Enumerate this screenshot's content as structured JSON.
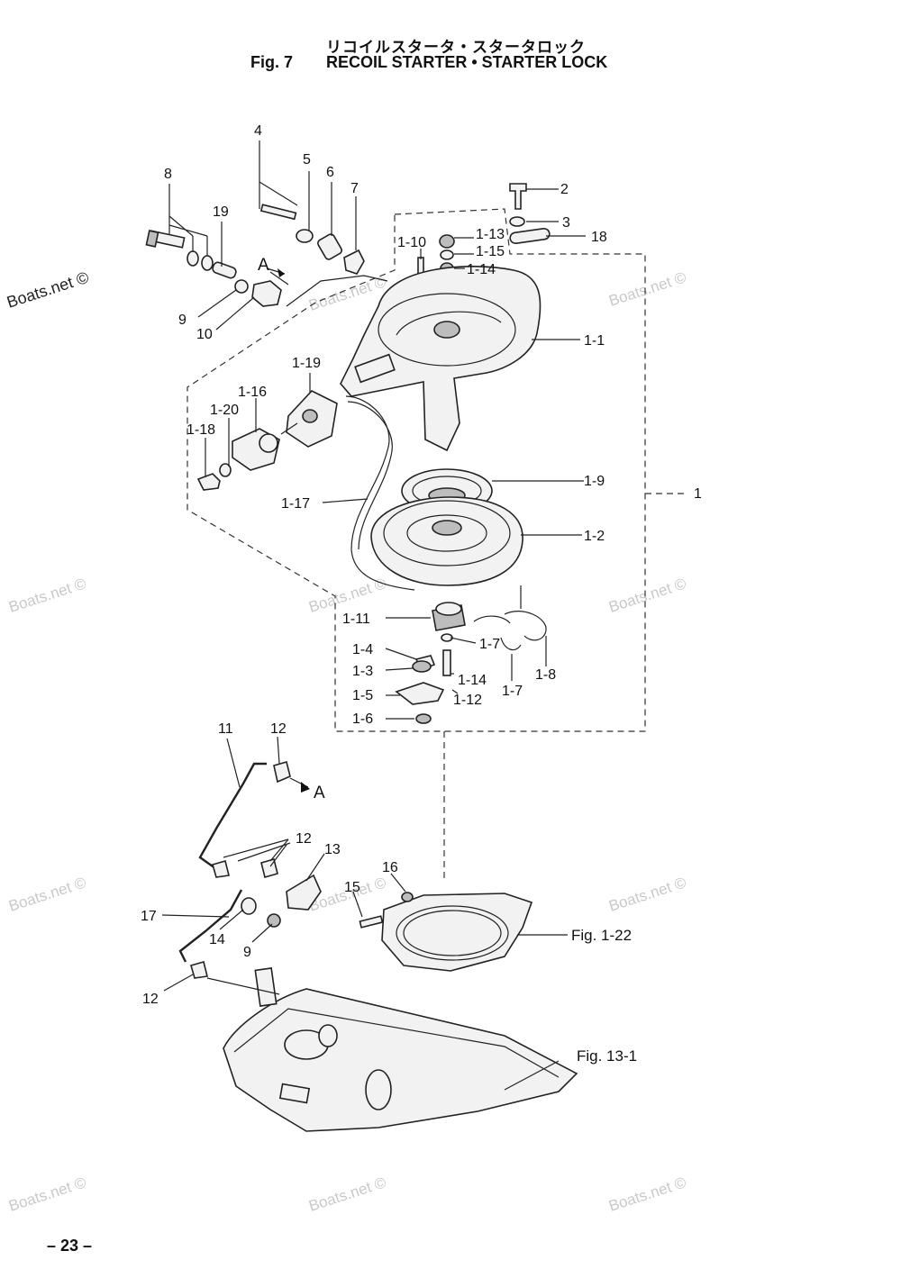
{
  "header": {
    "title_jp": "リコイルスタータ・スタータロック",
    "fig_label": "Fig. 7",
    "title": "RECOIL STARTER • STARTER LOCK"
  },
  "footer": {
    "page_number": "– 23 –"
  },
  "watermark": {
    "text": "Boats.net ©"
  },
  "view_marker": {
    "letter": "A"
  },
  "callouts": {
    "c4": "4",
    "c5": "5",
    "c6": "6",
    "c7": "7",
    "c8": "8",
    "c19": "19",
    "c9a": "9",
    "c10": "10",
    "c2": "2",
    "c3": "3",
    "c18": "18",
    "c1_13": "1-13",
    "c1_10": "1-10",
    "c1_15": "1-15",
    "c1_14a": "1-14",
    "c1_1": "1-1",
    "c1_19": "1-19",
    "c1_16": "1-16",
    "c1_20": "1-20",
    "c1_18": "1-18",
    "c1_9": "1-9",
    "c1": "1",
    "c1_17": "1-17",
    "c1_2": "1-2",
    "c1_11": "1-11",
    "c1_4": "1-4",
    "c1_7a": "1-7",
    "c1_3": "1-3",
    "c1_14b": "1-14",
    "c1_8": "1-8",
    "c1_5": "1-5",
    "c1_12": "1-12",
    "c1_7b": "1-7",
    "c1_6": "1-6",
    "c11": "11",
    "c12a": "12",
    "c12b": "12",
    "c13": "13",
    "c16": "16",
    "c15": "15",
    "c17": "17",
    "c14": "14",
    "c9b": "9",
    "c12c": "12"
  },
  "references": {
    "fig_1_22": "Fig. 1-22",
    "fig_13_1": "Fig. 13-1"
  }
}
